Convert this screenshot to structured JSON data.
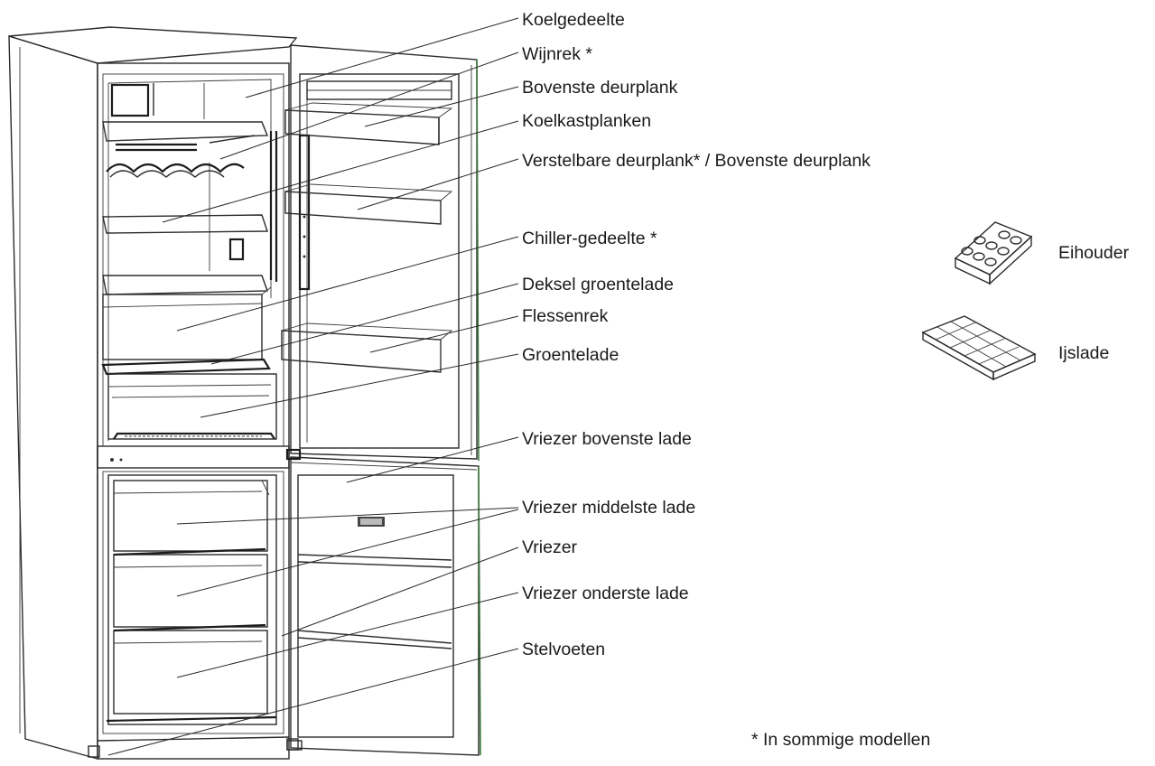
{
  "labels": [
    "Koelgedeelte",
    "Wijnrek *",
    "Bovenste deurplank",
    "Koelkastplanken",
    "Verstelbare deurplank* / Bovenste deurplank",
    "Chiller-gedeelte *",
    "Deksel groentelade",
    "Flessenrek",
    "Groentelade",
    "Vriezer bovenste lade",
    "Vriezer middelste lade",
    "Vriezer",
    "Vriezer onderste lade",
    "Stelvoeten"
  ],
  "accessories": {
    "egg_holder": "Eihouder",
    "ice_tray": "Ijslade"
  },
  "footnote": "* In sommige modellen",
  "colors": {
    "line": "#2b2b2b",
    "text": "#1a1a1a",
    "door_gasket": "#3d7a3d"
  }
}
